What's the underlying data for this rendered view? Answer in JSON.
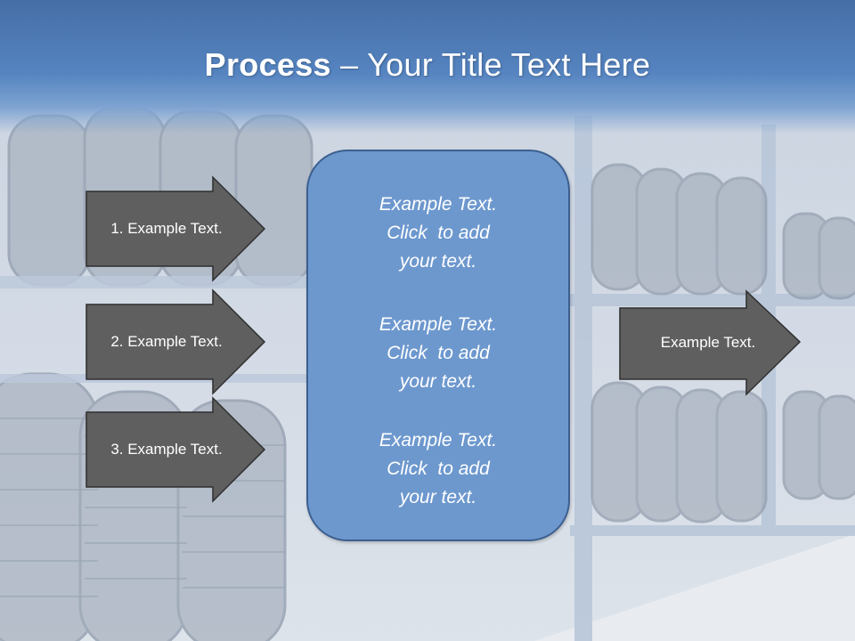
{
  "title": {
    "bold": "Process",
    "rest": " – Your Title Text Here"
  },
  "left_arrows": [
    {
      "label": "1. Example Text."
    },
    {
      "label": "2. Example Text."
    },
    {
      "label": "3. Example Text."
    }
  ],
  "center_box": {
    "paragraphs": [
      {
        "lines": [
          "Example Text.",
          "Click  to add",
          "your text."
        ]
      },
      {
        "lines": [
          "Example Text.",
          "Click  to add",
          "your text."
        ]
      },
      {
        "lines": [
          "Example Text.",
          "Click  to add",
          "your text."
        ]
      }
    ]
  },
  "right_arrow": {
    "label": "Example Text."
  },
  "colors": {
    "title_band": "#5584c0",
    "arrow_fill": "#5f5f5f",
    "center_fill": "#6d98ce",
    "center_border": "#3c5f8f"
  }
}
